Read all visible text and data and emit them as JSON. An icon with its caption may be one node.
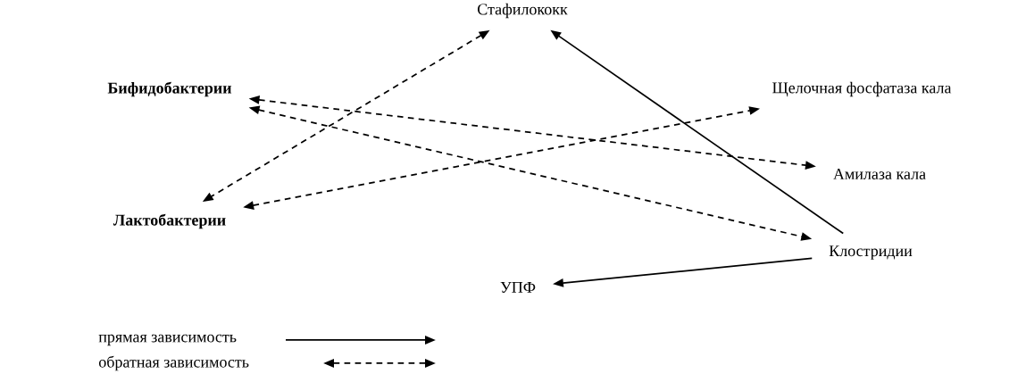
{
  "diagram": {
    "nodes": [
      {
        "text": [
          "Стафилококк"
        ]
      },
      {
        "text": [
          "Бифидобактерии"
        ]
      },
      {
        "text": [
          "Щелочная фосфатаза кала"
        ]
      },
      {
        "text": [
          "Амилаза кала"
        ]
      },
      {
        "text": [
          "Лактобактерии"
        ]
      },
      {
        "text": [
          "Клостридии"
        ]
      },
      {
        "text": [
          "УПФ"
        ]
      }
    ],
    "edges": [
      {
        "from": 1,
        "to": 3,
        "arrow": "both",
        "style": "dashed"
      },
      {
        "from": 1,
        "to": 5,
        "arrow": "both",
        "style": "dashed"
      },
      {
        "from": 0,
        "to": 4,
        "arrow": "both",
        "style": "dashed"
      },
      {
        "from": 4,
        "to": 2,
        "arrow": "both",
        "style": "dashed"
      },
      {
        "from": 5,
        "to": 0,
        "arrow": "to"
      },
      {
        "from": 5,
        "to": 6,
        "arrow": "to"
      }
    ],
    "legend": [
      {
        "text": "прямая зависимость"
      },
      {
        "text": "обратная зависимость"
      }
    ]
  }
}
